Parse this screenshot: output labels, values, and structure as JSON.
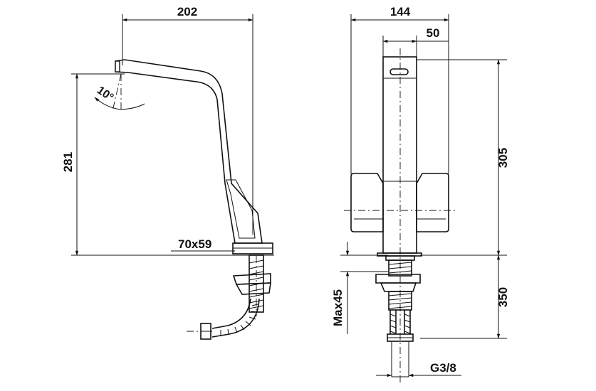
{
  "drawing": {
    "side_view": {
      "width_label": "202",
      "height_label": "281",
      "angle_label": "10°",
      "base_label": "70x59"
    },
    "front_view": {
      "width_label": "144",
      "offset_label": "50",
      "height_label": "305",
      "depth_label": "350",
      "max_label": "Max45",
      "thread_label": "G3/8"
    }
  }
}
